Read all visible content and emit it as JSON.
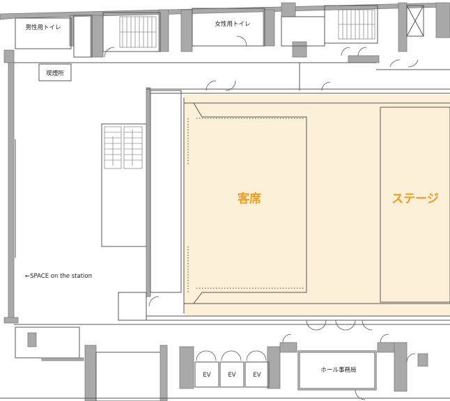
{
  "labels": {
    "mens_toilet": "男性用トイレ",
    "womens_toilet": "女性用トイレ",
    "smoking": "喫煙所",
    "space": "←SPACE on the station",
    "seats": "客席",
    "stage": "ステージ",
    "office": "ホール事務局",
    "ev1": "EV",
    "ev2": "EV",
    "ev3": "EV"
  },
  "colors": {
    "hall_fill": "#fdf0d8",
    "accent": "#f29c1f",
    "wall": "#a9a9a9",
    "line": "#555555"
  }
}
